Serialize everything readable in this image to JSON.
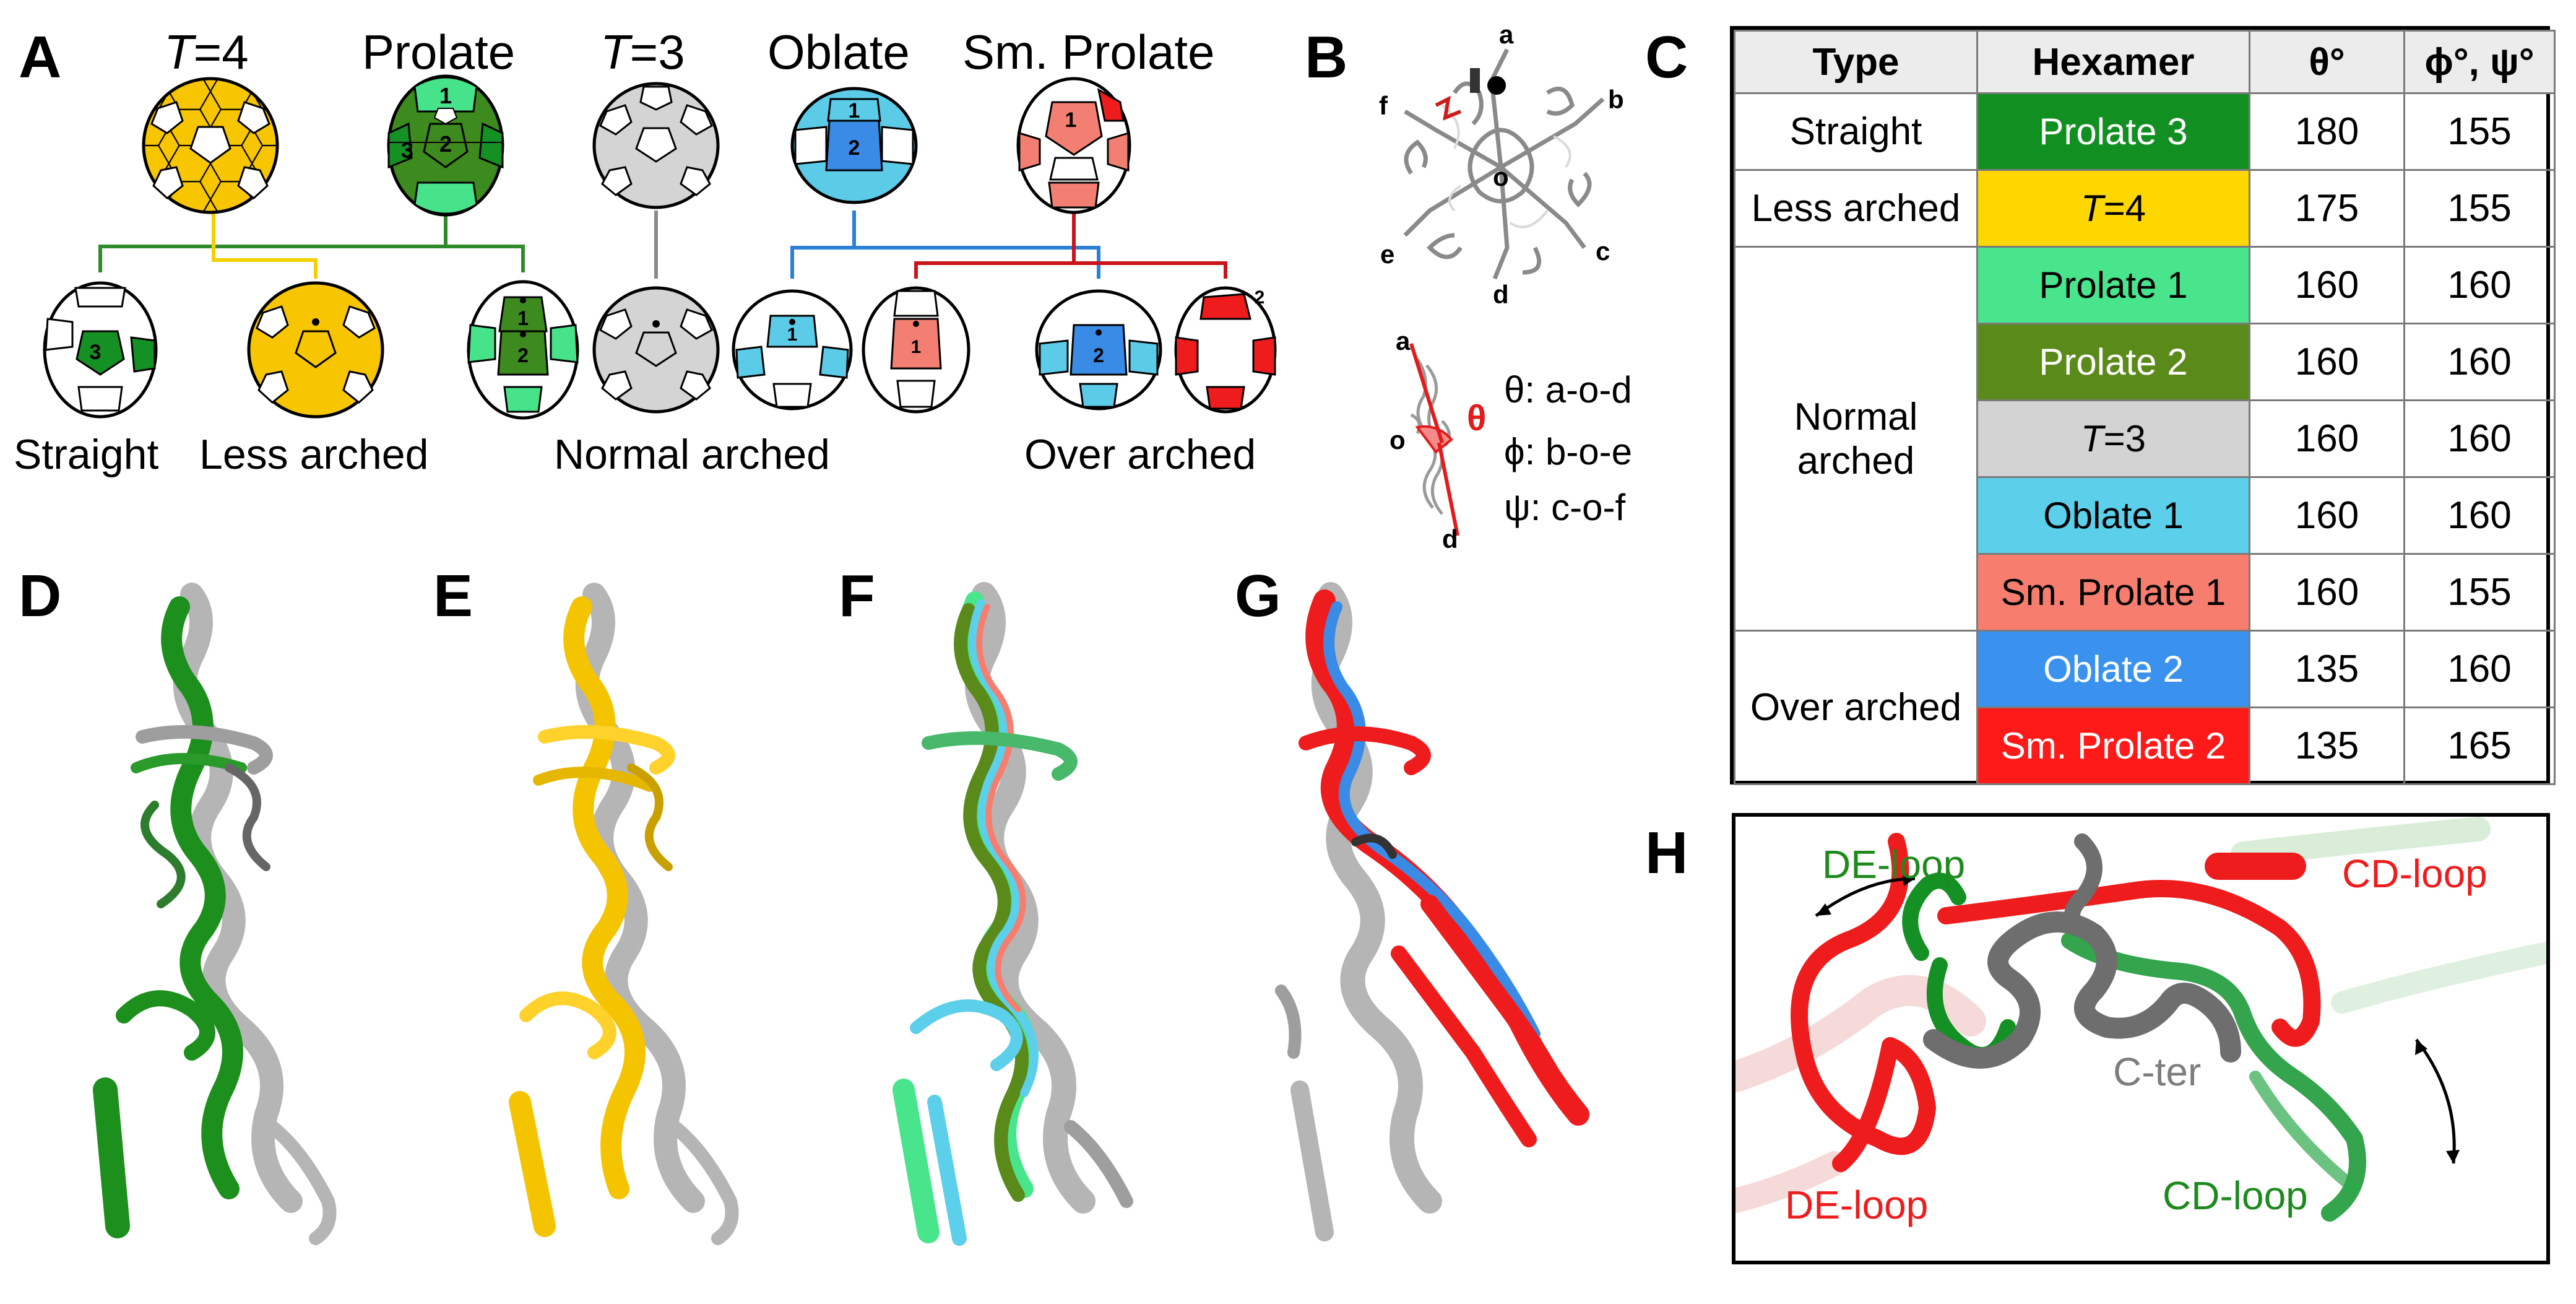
{
  "panel_labels": {
    "A": "A",
    "B": "B",
    "C": "C",
    "D": "D",
    "E": "E",
    "F": "F",
    "G": "G",
    "H": "H"
  },
  "panelA": {
    "titles": [
      {
        "pre": "",
        "italic": "T",
        "post": "=4"
      },
      {
        "pre": "Prolate",
        "italic": "",
        "post": ""
      },
      {
        "pre": "",
        "italic": "T",
        "post": "=3"
      },
      {
        "pre": "Oblate",
        "italic": "",
        "post": ""
      },
      {
        "pre": "Sm. Prolate",
        "italic": "",
        "post": ""
      }
    ],
    "bottom_labels": [
      "Straight",
      "Less arched",
      "Normal arched",
      "Over arched"
    ],
    "hexamer_numbers": [
      "1",
      "2",
      "3"
    ],
    "colors": {
      "t4": "#f7c600",
      "prolate_light": "#46e38a",
      "prolate_dark": "#3d8a1e",
      "prolate3": "#159024",
      "t3": "#d4d4d4",
      "oblate1": "#5ccbe8",
      "oblate2": "#3a8be6",
      "smp1": "#f27f72",
      "smp2": "#ee1c1c",
      "line_green": "#2f8a2a",
      "line_yellow": "#f4d000",
      "line_gray": "#8a8a8a",
      "line_blue": "#2b7fd4",
      "line_red": "#c9141a"
    }
  },
  "panelB": {
    "vertex_labels": [
      "a",
      "b",
      "c",
      "d",
      "e",
      "f",
      "o"
    ],
    "theta_symbol": "θ",
    "legend": [
      "θ: a-o-d",
      "ϕ: b-o-e",
      "ψ: c-o-f"
    ],
    "side_labels": [
      "a",
      "o",
      "d"
    ]
  },
  "panelC": {
    "headers": [
      "Type",
      "Hexamer",
      "θ°",
      "ϕ°, ψ°"
    ],
    "groups": [
      {
        "type": "Straight",
        "rows": [
          {
            "hexamer": "Prolate 3",
            "theta": "180",
            "phipsi": "155",
            "bg": "#119021",
            "fg": "#ffffff"
          }
        ]
      },
      {
        "type": "Less arched",
        "rows": [
          {
            "hexamer": "T=4",
            "theta": "175",
            "phipsi": "155",
            "bg": "#ffd700",
            "fg": "#000000",
            "italic_prefix": "T",
            "suffix": "=4"
          }
        ]
      },
      {
        "type": "Normal arched",
        "rows": [
          {
            "hexamer": "Prolate 1",
            "theta": "160",
            "phipsi": "160",
            "bg": "#48e58d",
            "fg": "#000000"
          },
          {
            "hexamer": "Prolate 2",
            "theta": "160",
            "phipsi": "160",
            "bg": "#5a8a1a",
            "fg": "#ffffff"
          },
          {
            "hexamer": "T=3",
            "theta": "160",
            "phipsi": "160",
            "bg": "#d3d3d3",
            "fg": "#000000",
            "italic_prefix": "T",
            "suffix": "=3"
          },
          {
            "hexamer": "Oblate 1",
            "theta": "160",
            "phipsi": "160",
            "bg": "#5ccfea",
            "fg": "#000000"
          },
          {
            "hexamer": "Sm. Prolate 1",
            "theta": "160",
            "phipsi": "155",
            "bg": "#f77e6f",
            "fg": "#000000"
          }
        ]
      },
      {
        "type": "Over arched",
        "rows": [
          {
            "hexamer": "Oblate 2",
            "theta": "135",
            "phipsi": "160",
            "bg": "#3a92ee",
            "fg": "#ffffff"
          },
          {
            "hexamer": "Sm. Prolate 2",
            "theta": "135",
            "phipsi": "165",
            "bg": "#ff1a1a",
            "fg": "#ffffff"
          }
        ]
      }
    ],
    "type_lines": {
      "Normal arched": [
        "Normal",
        "arched"
      ]
    }
  },
  "panelH": {
    "labels": [
      {
        "text": "DE-loop",
        "color": "#1e8a1e"
      },
      {
        "text": "CD-loop",
        "color": "#ee1c1c"
      },
      {
        "text": "C-ter",
        "color": "#7d7d7d"
      },
      {
        "text": "DE-loop",
        "color": "#ee1c1c"
      },
      {
        "text": "CD-loop",
        "color": "#1e8a1e"
      }
    ]
  }
}
